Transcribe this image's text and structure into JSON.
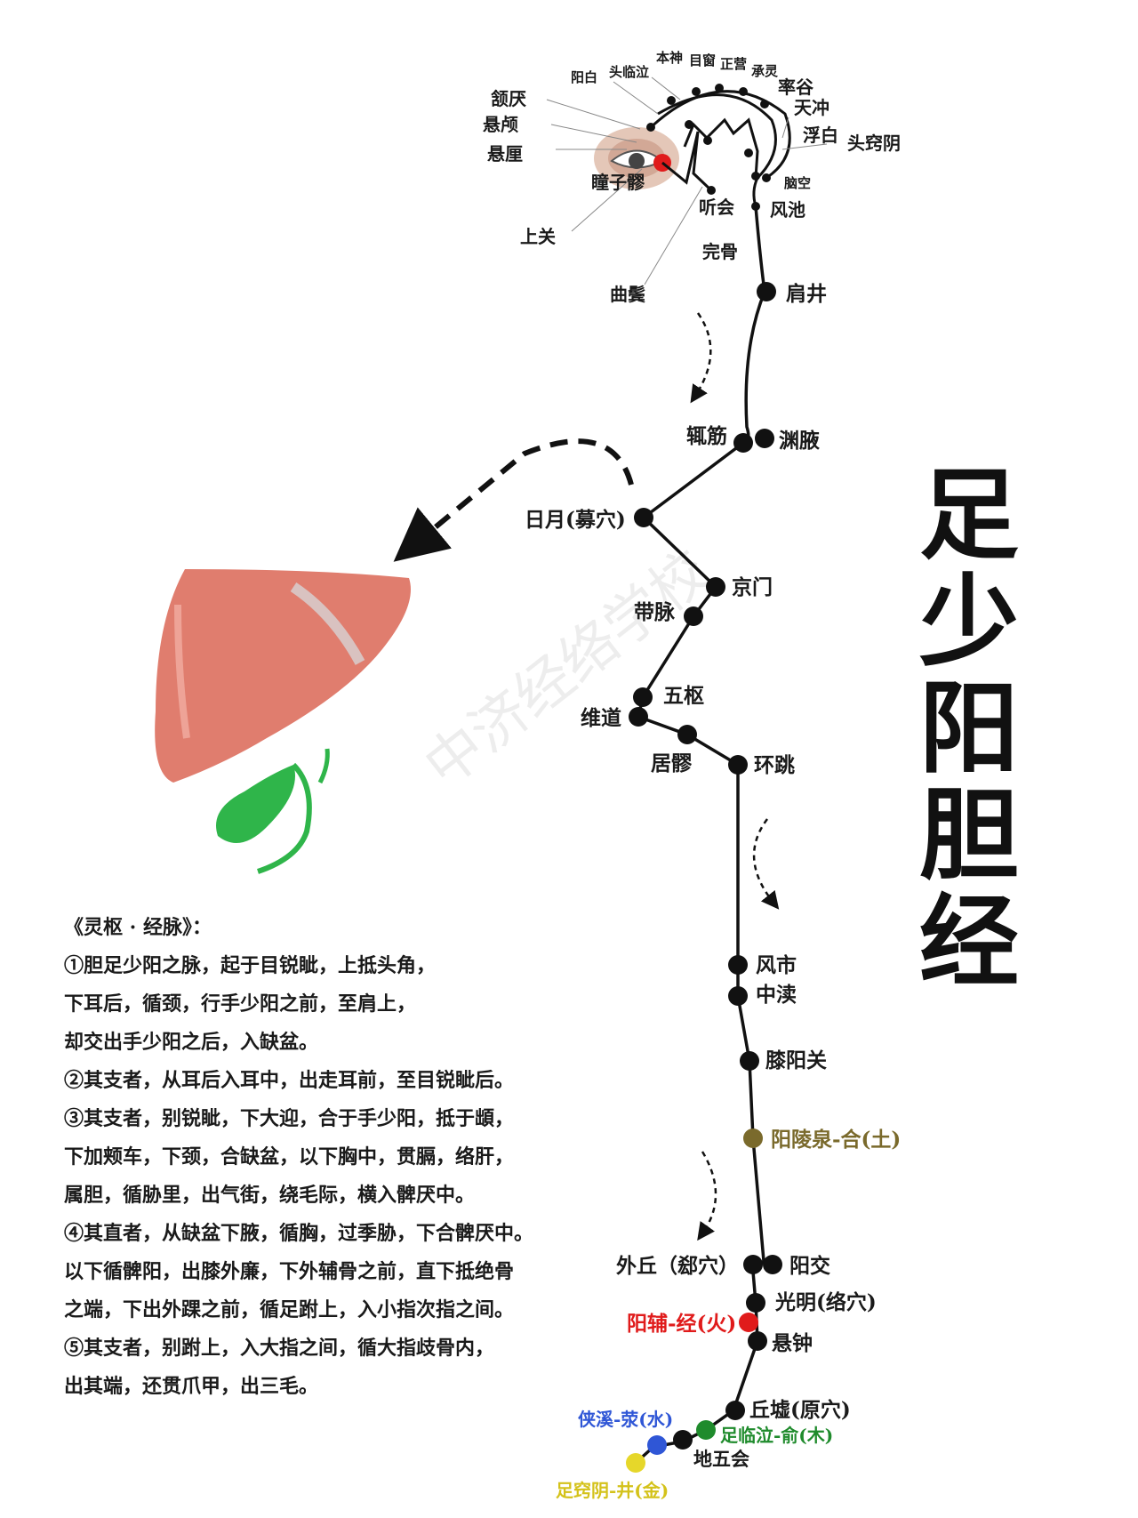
{
  "title": "足少阳胆经",
  "watermark": "中济经络学校",
  "head_points": [
    "阳白",
    "头临泣",
    "本神",
    "目窗",
    "正营",
    "承灵",
    "率谷",
    "天冲",
    "浮白",
    "头窍阴",
    "颔厌",
    "悬颅",
    "悬厘",
    "瞳子髎",
    "听会",
    "上关",
    "曲鬓",
    "完骨",
    "风池",
    "脑空"
  ],
  "body_points": [
    "肩井",
    "辄筋",
    "渊腋",
    "日月(募穴)",
    "京门",
    "带脉",
    "五枢",
    "维道",
    "居髎",
    "环跳",
    "风市",
    "中渎",
    "膝阳关",
    "阳陵泉-合(土)",
    "外丘（郄穴）",
    "阳交",
    "光明(络穴)",
    "阳辅-经(火)",
    "悬钟",
    "丘墟(原穴)",
    "侠溪-荥(水)",
    "足临泣-俞(木)",
    "地五会",
    "足窍阴-井(金)"
  ],
  "colors": {
    "point": "#111111",
    "yanglingquan": "#7a6a2c",
    "yangfu": "#e01b1b",
    "xiaxi": "#2f56d6",
    "zulinqi": "#1f8b2c",
    "zuqiaoyin": "#e6d72a",
    "liver": "#e07d6e",
    "gallbladder": "#2fb54a"
  },
  "icons": [
    "head-ear-icon",
    "liver-icon",
    "gallbladder-icon",
    "dashed-arrow-icon"
  ],
  "classic": {
    "heading": "《灵枢 · 经脉》：",
    "lines": [
      "①胆足少阳之脉，起于目锐眦，上抵头角，",
      "下耳后，循颈，行手少阳之前，至肩上，",
      "却交出手少阳之后，入缺盆。",
      "②其支者，从耳后入耳中，出走耳前，至目锐眦后。",
      "③其支者，别锐眦，下大迎，合于手少阳，抵于䪼，",
      "下加颊车，下颈，合缺盆，以下胸中，贯膈，络肝，",
      "属胆，循胁里，出气街，绕毛际，横入髀厌中。",
      "④其直者，从缺盆下腋，循胸，过季胁，下合髀厌中。",
      "以下循髀阳，出膝外廉，下外辅骨之前，直下抵绝骨",
      "之端，下出外踝之前，循足跗上，入小指次指之间。",
      "⑤其支者，别跗上，入大指之间，循大指歧骨内，",
      "出其端，还贯爪甲，出三毛。"
    ]
  }
}
